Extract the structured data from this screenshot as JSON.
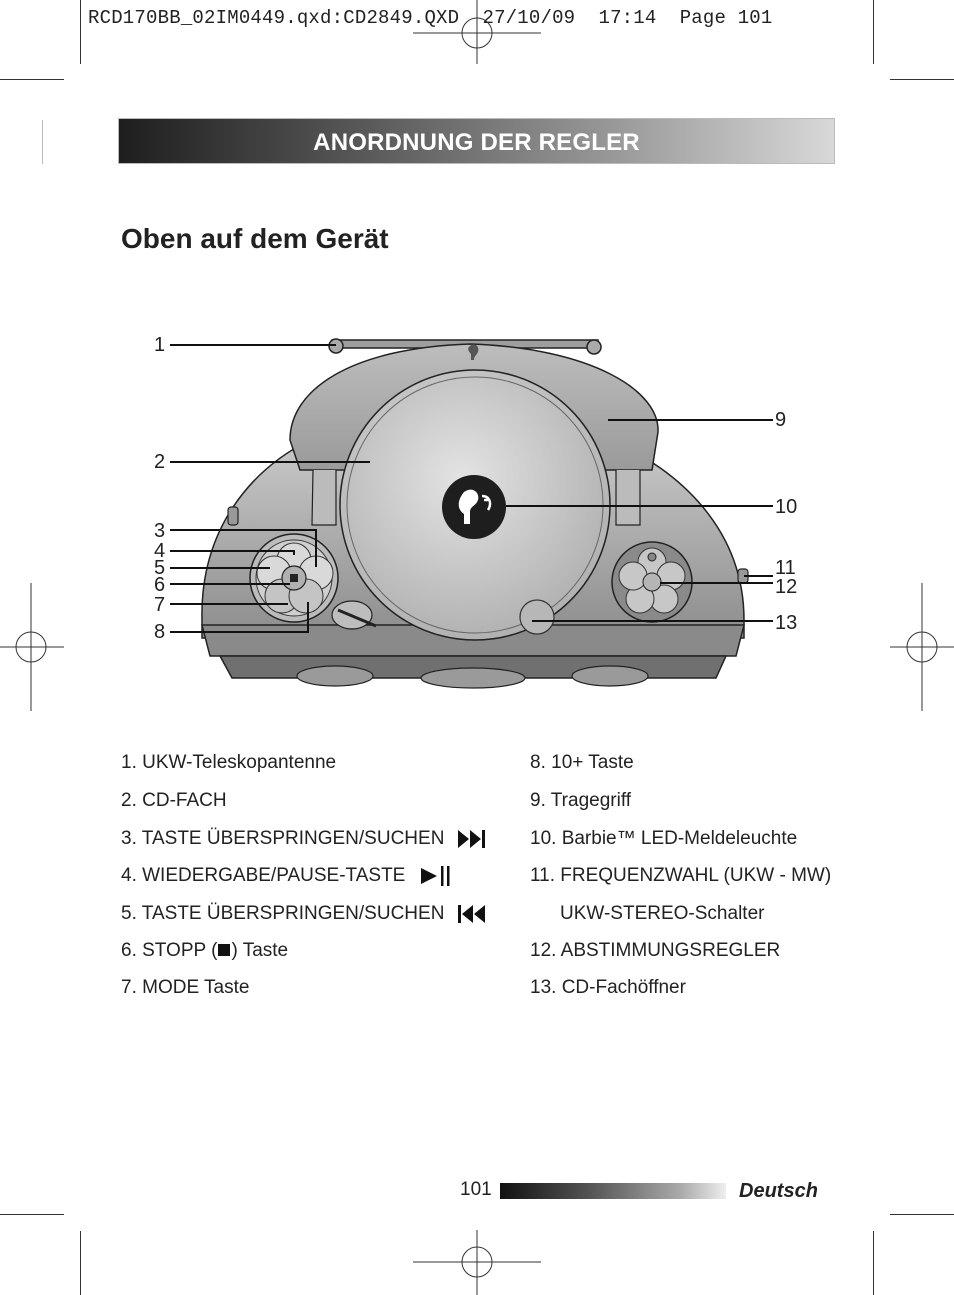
{
  "header": {
    "slug": "RCD170BB_02IM0449.qxd:CD2849.QXD  27/10/09  17:14  Page 101"
  },
  "banner": {
    "title": "ANORDNUNG DER REGLER"
  },
  "section": {
    "title": "Oben auf dem Gerät"
  },
  "diagram": {
    "callouts": [
      "1",
      "2",
      "3",
      "4",
      "5",
      "6",
      "7",
      "8",
      "9",
      "10",
      "11",
      "12",
      "13"
    ]
  },
  "parts": {
    "left": [
      "1. UKW-Teleskopantenne",
      "2. CD-FACH",
      "3. TASTE ÜBERSPRINGEN/SUCHEN",
      "4. WIEDERGABE/PAUSE-TASTE",
      "5. TASTE ÜBERSPRINGEN/SUCHEN",
      "6. STOPP (",
      "7. MODE Taste"
    ],
    "stop_suffix": ") Taste",
    "right": [
      "8.  10+ Taste",
      "9.  Tragegriff",
      "10. Barbie™ LED-Meldeleuchte",
      "11. FREQUENZWAHL (UKW - MW)",
      "UKW-STEREO-Schalter",
      "12. ABSTIMMUNGSREGLER",
      "13. CD-Fachöffner"
    ]
  },
  "footer": {
    "page": "101",
    "language": "Deutsch"
  }
}
